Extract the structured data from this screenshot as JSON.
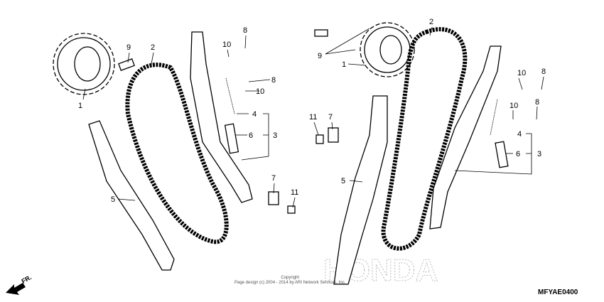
{
  "diagram": {
    "left_callouts": [
      "1",
      "9",
      "2",
      "8",
      "10",
      "8",
      "10",
      "4",
      "6",
      "3",
      "5",
      "7",
      "11"
    ],
    "right_callouts": [
      "9",
      "1",
      "2",
      "10",
      "8",
      "10",
      "8",
      "4",
      "6",
      "3",
      "11",
      "7",
      "5"
    ],
    "watermark": "HONDA",
    "direction_label": "FR.",
    "copyright_line1": "Copyright",
    "copyright_line2": "Page design (c) 2004 - 2014 by ARI Network Services, Inc.",
    "diagram_code": "MFYAE0400"
  }
}
